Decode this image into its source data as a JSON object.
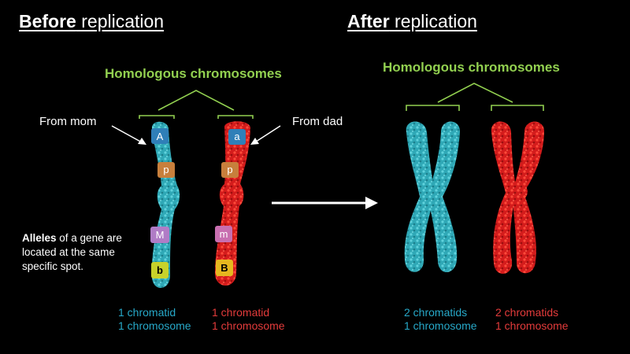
{
  "colors": {
    "background": "#000000",
    "accent_green": "#92d050",
    "cyan_chromosome": "#3bb6c4",
    "red_chromosome": "#e02222",
    "cyan_text": "#27a9c9",
    "red_text": "#e43b3b"
  },
  "headings": {
    "before_bold": "Before",
    "before_rest": " replication",
    "after_bold": "After",
    "after_rest": " replication"
  },
  "labels": {
    "homologous_left": "Homologous chromosomes",
    "homologous_right": "Homologous chromosomes",
    "from_mom": "From mom",
    "from_dad": "From dad",
    "alleles_bold": "Alleles",
    "alleles_rest": " of a gene are located at the same specific spot."
  },
  "mom_chromosome": {
    "alleles": [
      {
        "letter": "A",
        "color": "#2f7fb8",
        "text_color": "#ffffff"
      },
      {
        "letter": "p",
        "color": "#c77f3c",
        "text_color": "#ffffff"
      },
      {
        "letter": "M",
        "color": "#b07cc6",
        "text_color": "#ffffff"
      },
      {
        "letter": "b",
        "color": "#c8d22a",
        "text_color": "#000000"
      }
    ]
  },
  "dad_chromosome": {
    "alleles": [
      {
        "letter": "a",
        "color": "#2f7fb8",
        "text_color": "#ffffff"
      },
      {
        "letter": "p",
        "color": "#c77f3c",
        "text_color": "#ffffff"
      },
      {
        "letter": "m",
        "color": "#c86fb0",
        "text_color": "#ffffff"
      },
      {
        "letter": "B",
        "color": "#e6b81f",
        "text_color": "#000000"
      }
    ]
  },
  "counts": [
    {
      "line1": "1 chromatid",
      "line2": "1 chromosome",
      "color": "#27a9c9"
    },
    {
      "line1": "1 chromatid",
      "line2": "1 chromosome",
      "color": "#e43b3b"
    },
    {
      "line1": "2 chromatids",
      "line2": "1 chromosome",
      "color": "#27a9c9"
    },
    {
      "line1": "2 chromatids",
      "line2": "1 chromosome",
      "color": "#e43b3b"
    }
  ]
}
